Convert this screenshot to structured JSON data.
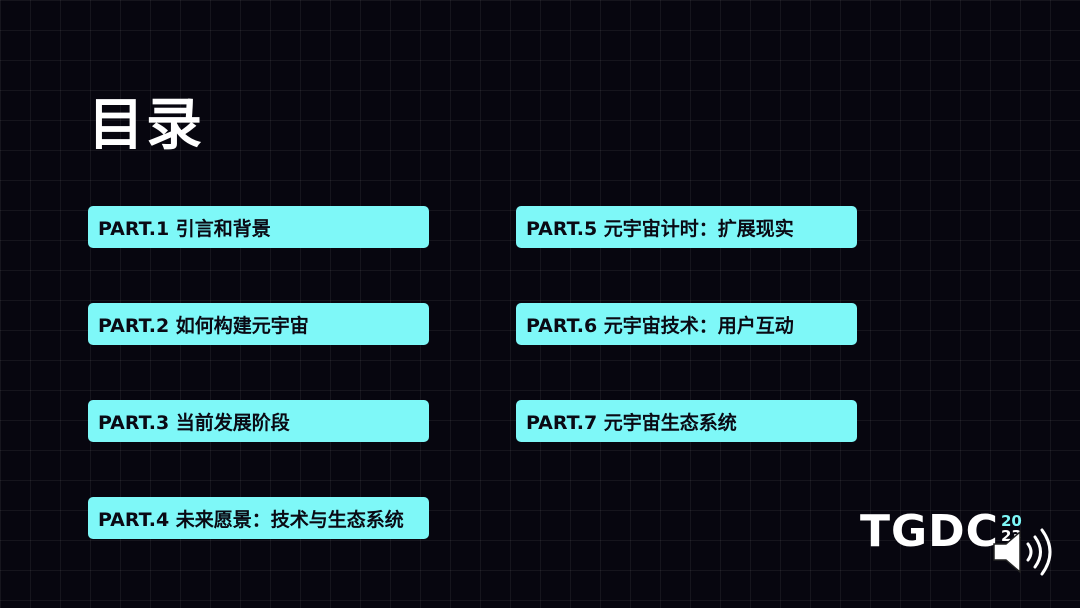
{
  "slide": {
    "title": "目录",
    "colors": {
      "background": "#07060f",
      "accent": "#7ef8f8",
      "item_text": "#0a0a14",
      "title_text": "#ffffff"
    }
  },
  "toc": {
    "left": [
      {
        "label": "PART.1 引言和背景"
      },
      {
        "label": "PART.2 如何构建元宇宙"
      },
      {
        "label": "PART.3 当前发展阶段"
      },
      {
        "label": "PART.4 未来愿景：技术与生态系统"
      }
    ],
    "right": [
      {
        "label": "PART.5 元宇宙计时：扩展现实"
      },
      {
        "label": "PART.6 元宇宙技术：用户互动"
      },
      {
        "label": "PART.7 元宇宙生态系统"
      }
    ]
  },
  "logo": {
    "text": "TGDC",
    "year_top": "20",
    "year_bottom": "23"
  },
  "audio": {
    "icon": "speaker-volume-icon"
  }
}
